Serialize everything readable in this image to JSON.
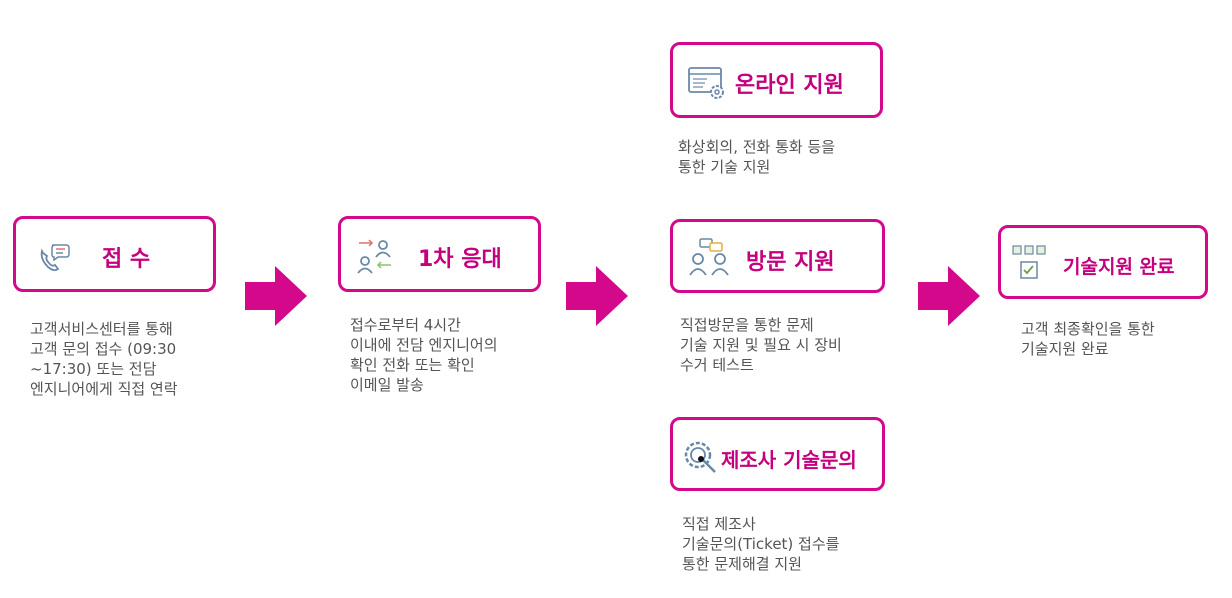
{
  "colors": {
    "accent": "#d4088a",
    "label": "#c4007e",
    "text": "#555555",
    "icon": "#6a88a8"
  },
  "steps": {
    "receipt": {
      "icon": "phone-chat-icon",
      "label": "접 수",
      "desc": "고객서비스센터를 통해\n고객 문의 접수 (09:30\n~17:30) 또는 전담\n엔지니어에게 직접 연락"
    },
    "first_response": {
      "icon": "people-transfer-icon",
      "label": "1차 응대",
      "desc": "접수로부터 4시간\n이내에 전담 엔지니어의\n확인 전화 또는 확인\n이메일 발송"
    },
    "online": {
      "icon": "web-settings-icon",
      "label": "온라인 지원",
      "desc": "화상회의, 전화 통화 등을\n통한 기술 지원"
    },
    "visit": {
      "icon": "people-talk-icon",
      "label": "방문 지원",
      "desc": "직접방문을 통한 문제\n기술 지원 및 필요 시 장비\n수거 테스트"
    },
    "manufacturer": {
      "icon": "gear-tools-icon",
      "label": "제조사 기술문의",
      "desc": "직접 제조사\n기술문의(Ticket) 접수를\n통한 문제해결 지원"
    },
    "complete": {
      "icon": "checklist-icon",
      "label": "기술지원 완료",
      "desc": "고객 최종확인을 통한\n기술지원 완료"
    }
  }
}
